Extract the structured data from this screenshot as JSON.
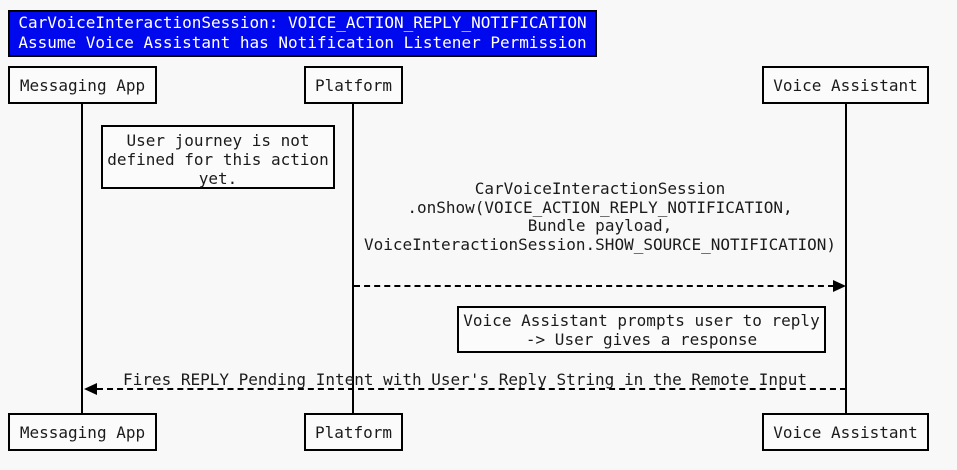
{
  "colors": {
    "background": "#F8F8F8",
    "title_background": "#0008EE",
    "title_text": "#FFFFFF",
    "line_color": "#000000",
    "box_background": "#FBFBFB",
    "text_color": "#1B1B1B"
  },
  "title": {
    "lines": [
      "CarVoiceInteractionSession: VOICE_ACTION_REPLY_NOTIFICATION",
      "Assume Voice Assistant has Notification Listener Permission"
    ]
  },
  "participants": [
    {
      "name": "Messaging App"
    },
    {
      "name": "Platform"
    },
    {
      "name": "Voice Assistant"
    }
  ],
  "notes": [
    {
      "over": "Messaging App",
      "lines": [
        "User journey is not",
        "defined for this action",
        "yet."
      ]
    },
    {
      "over": "Voice Assistant",
      "lines": [
        "Voice Assistant prompts user to reply",
        "-> User gives a response"
      ]
    }
  ],
  "messages": [
    {
      "from": "Platform",
      "to": "Voice Assistant",
      "direction": "right",
      "style": "dashed",
      "lines": [
        "CarVoiceInteractionSession",
        ".onShow(VOICE_ACTION_REPLY_NOTIFICATION,",
        "Bundle payload,",
        "VoiceInteractionSession.SHOW_SOURCE_NOTIFICATION)"
      ]
    },
    {
      "from": "Voice Assistant",
      "to": "Messaging App",
      "direction": "left",
      "style": "dashed",
      "lines": [
        "Fires REPLY Pending Intent with User's Reply String in the Remote Input"
      ]
    }
  ]
}
